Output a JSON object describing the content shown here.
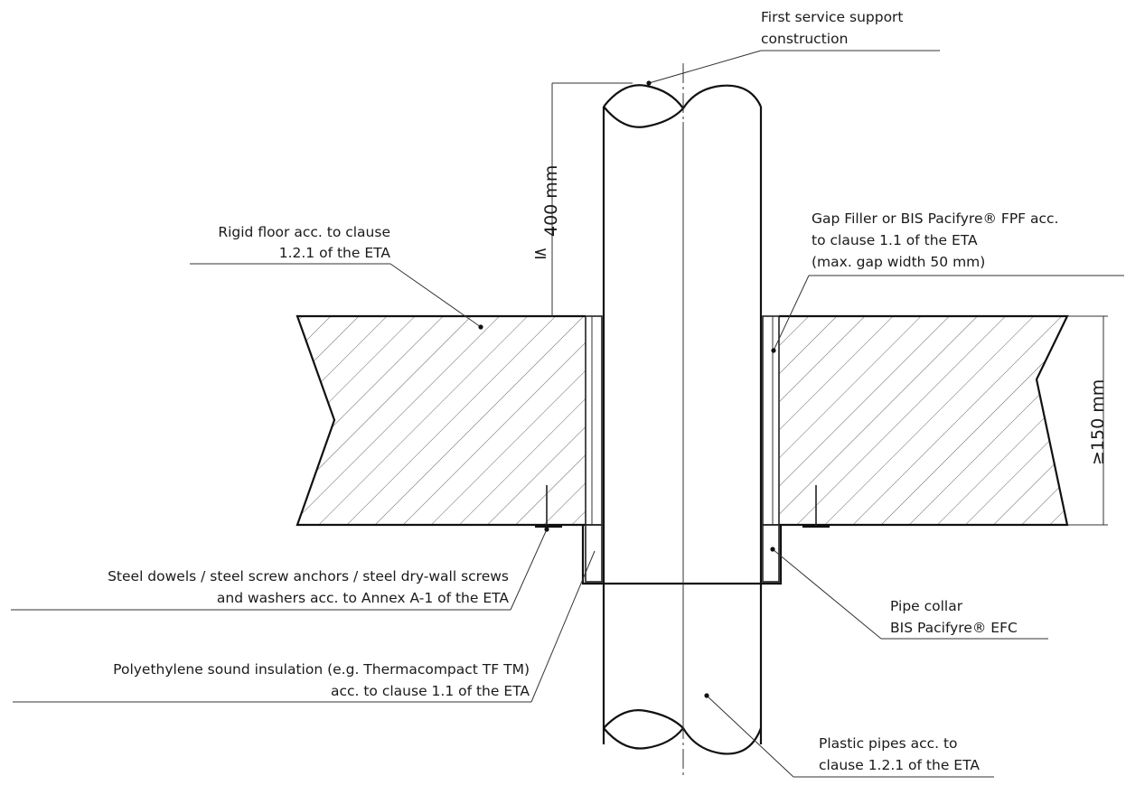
{
  "labels": {
    "first_service": [
      "First service support",
      "construction"
    ],
    "rigid_floor": [
      "Rigid floor acc. to clause",
      "1.2.1 of the ETA"
    ],
    "gap_filler": [
      "Gap Filler or BIS Pacifyre® FPF acc.",
      "to clause 1.1 of the ETA",
      "(max. gap width 50 mm)"
    ],
    "steel_dowels": [
      "Steel dowels / steel screw anchors / steel dry-wall screws",
      "and washers acc. to Annex A-1 of the ETA"
    ],
    "pipe_collar": [
      "Pipe collar",
      "BIS Pacifyre® EFC"
    ],
    "polyethylene": [
      "Polyethylene sound insulation (e.g. Thermacompact TF TM)",
      "acc. to clause 1.1 of the ETA"
    ],
    "plastic_pipes": [
      "Plastic pipes acc. to",
      "clause 1.2.1 of the ETA"
    ]
  },
  "dimensions": {
    "support_distance": "400 mm",
    "support_distance_prefix": "≤",
    "floor_thickness": "≥150 mm"
  },
  "colors": {
    "line": "#111111",
    "hatch": "#555555",
    "background": "#ffffff"
  }
}
